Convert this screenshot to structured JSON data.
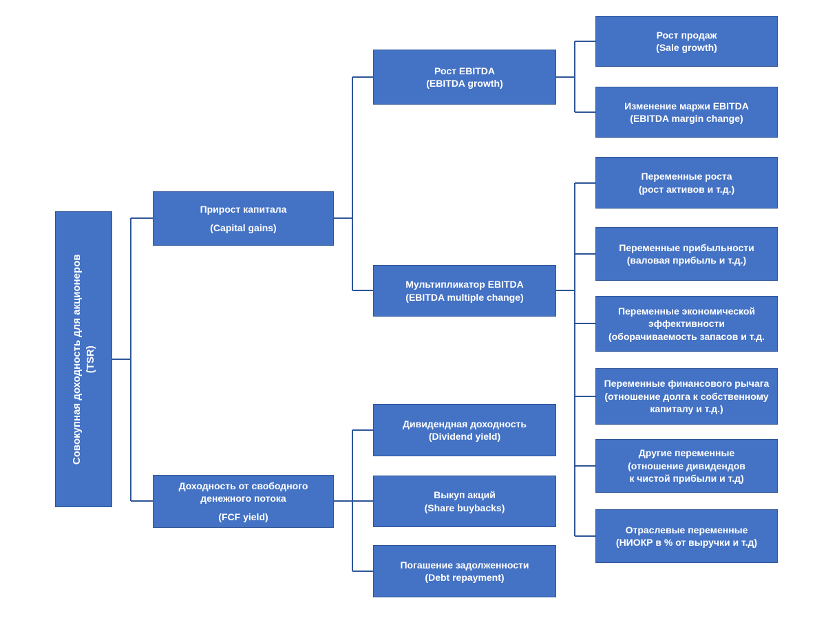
{
  "diagram_title": "Total shareholder return (TSR) decomposition tree",
  "colors": {
    "background": "#FFFFFF",
    "box_fill": "#4472C4",
    "box_border": "#2F5597",
    "line": "#2F5597",
    "text": "#FFFFFF"
  },
  "nodes": {
    "tsr": {
      "title": "Совокупная доходность для акционеров",
      "subtitle": "(TSR)"
    },
    "capital_gains": {
      "title": "Прирост капитала",
      "subtitle": "(Capital gains)"
    },
    "fcf_yield": {
      "title": "Доходность от свободного\nденежного потока",
      "subtitle": "(FCF yield)"
    },
    "ebitda_growth": {
      "title": "Рост EBITDA",
      "subtitle": "(EBITDA growth)"
    },
    "ebitda_multiple": {
      "title": "Мультипликатор EBITDA",
      "subtitle": "(EBITDA multiple change)"
    },
    "dividend_yield": {
      "title": "Дивидендная доходность",
      "subtitle": "(Dividend yield)"
    },
    "share_buybacks": {
      "title": "Выкуп акций",
      "subtitle": "(Share buybacks)"
    },
    "debt_repayment": {
      "title": "Погашение задолженности",
      "subtitle": "(Debt repayment)"
    },
    "sale_growth": {
      "title": "Рост продаж",
      "subtitle": "(Sale growth)"
    },
    "ebitda_margin_change": {
      "title": "Изменение маржи EBITDA",
      "subtitle": "(EBITDA margin change)"
    },
    "growth_vars": {
      "title": "Переменные роста",
      "subtitle": "(рост активов и т.д.)"
    },
    "profitability_vars": {
      "title": "Переменные прибыльности",
      "subtitle": "(валовая прибыль и т.д.)"
    },
    "economic_efficiency_vars": {
      "title": "Переменные экономической\nэффективности",
      "subtitle": "(оборачиваемость запасов и т.д."
    },
    "financial_leverage_vars": {
      "title": "Переменные финансового рычага",
      "subtitle": "(отношение долга к собственному\nкапиталу и т.д.)"
    },
    "other_vars": {
      "title": "Другие переменные",
      "subtitle": "(отношение дивидендов\nк чистой прибыли и т.д)"
    },
    "industry_vars": {
      "title": "Отраслевые переменные",
      "subtitle": "(НИОКР в % от выручки и т.д)"
    }
  }
}
